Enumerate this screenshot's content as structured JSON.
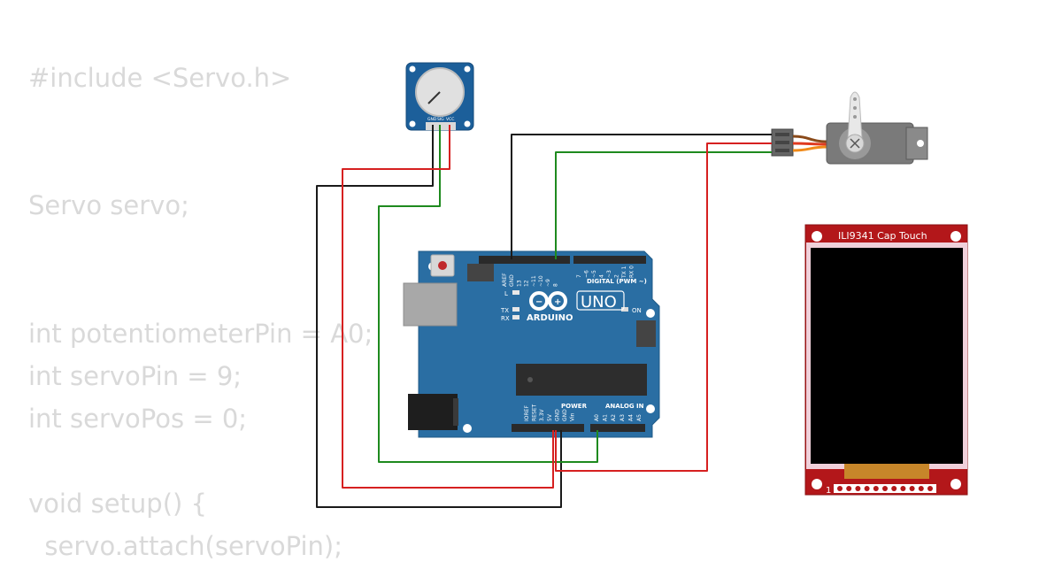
{
  "code_lines": [
    "#include <Servo.h>",
    "Servo servo;",
    "int potentiometerPin = A0;",
    "int servoPin = 9;",
    "int servoPos = 0;",
    "void setup() {",
    "  servo.attach(servoPin);"
  ],
  "potentiometer": {
    "pin_labels": [
      "GND",
      "SIG",
      "VCC"
    ]
  },
  "arduino": {
    "brand": "ARDUINO",
    "model": "UNO",
    "digital_label": "DIGITAL (PWM ~)",
    "power_label": "POWER",
    "analog_label": "ANALOG IN",
    "on_label": "ON",
    "tx_label": "TX",
    "rx_label": "RX",
    "l_label": "L",
    "digital_pins": [
      "AREF",
      "GND",
      "13",
      "12",
      "~11",
      "~10",
      "~9",
      "8",
      "7",
      "~6",
      "~5",
      "4",
      "~3",
      "2",
      "TX 1",
      "RX 0"
    ],
    "power_pins": [
      "IOREF",
      "RESET",
      "3.3V",
      "5V",
      "GND",
      "GND",
      "Vin"
    ],
    "analog_pins": [
      "A0",
      "A1",
      "A2",
      "A3",
      "A4",
      "A5"
    ]
  },
  "display": {
    "title": "ILI9341 Cap Touch",
    "pin_one": "1"
  },
  "colors": {
    "code_text": "#d9d9d9",
    "board": "#2a6ea3",
    "wire_red": "#d62020",
    "wire_green": "#1e8a1e",
    "wire_black": "#1a1a1a",
    "display_pcb": "#b3171a"
  }
}
